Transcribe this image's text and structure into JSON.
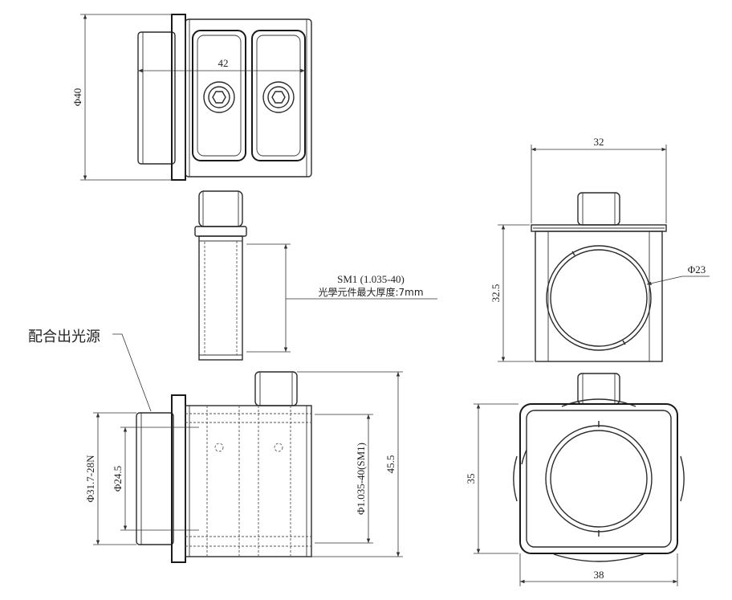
{
  "dimensions": {
    "diameter_40": "Φ40",
    "length_42": "42",
    "width_32": "32",
    "height_32_5": "32.5",
    "diameter_23": "Φ23",
    "sm1_spec": "SM1 (1.035-40)",
    "max_optic_thickness": "光學元件最大厚度:7mm",
    "thread_31_7": "Φ31.7-28N",
    "diameter_24_5": "Φ24.5",
    "thread_sm1": "Φ1.035-40(SM1)",
    "height_45_5": "45.5",
    "height_35": "35",
    "width_38": "38"
  },
  "annotations": {
    "light_source_fit": "配合出光源"
  },
  "colors": {
    "line": "#2a2a2a",
    "background": "#ffffff"
  }
}
